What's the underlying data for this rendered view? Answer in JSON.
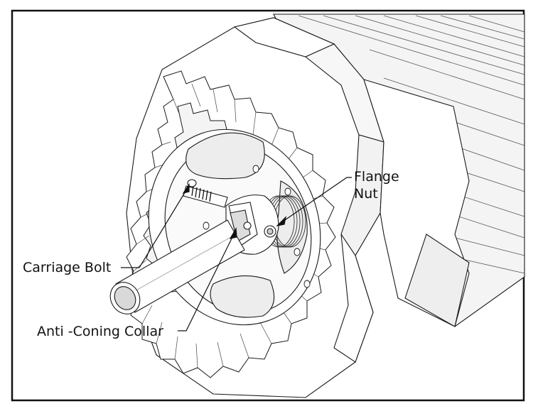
{
  "callouts": {
    "flange_nut": {
      "line1": "Flange",
      "line2": "Nut"
    },
    "carriage_bolt": "Carriage Bolt",
    "anti_coning_collar": "Anti -Coning Collar"
  },
  "colors": {
    "background": "#ffffff",
    "line": "#1a1a1a",
    "face_fill": "#ffffff",
    "shade_fill": "#e6e6e6",
    "dark_shade": "#bdbdbd"
  }
}
